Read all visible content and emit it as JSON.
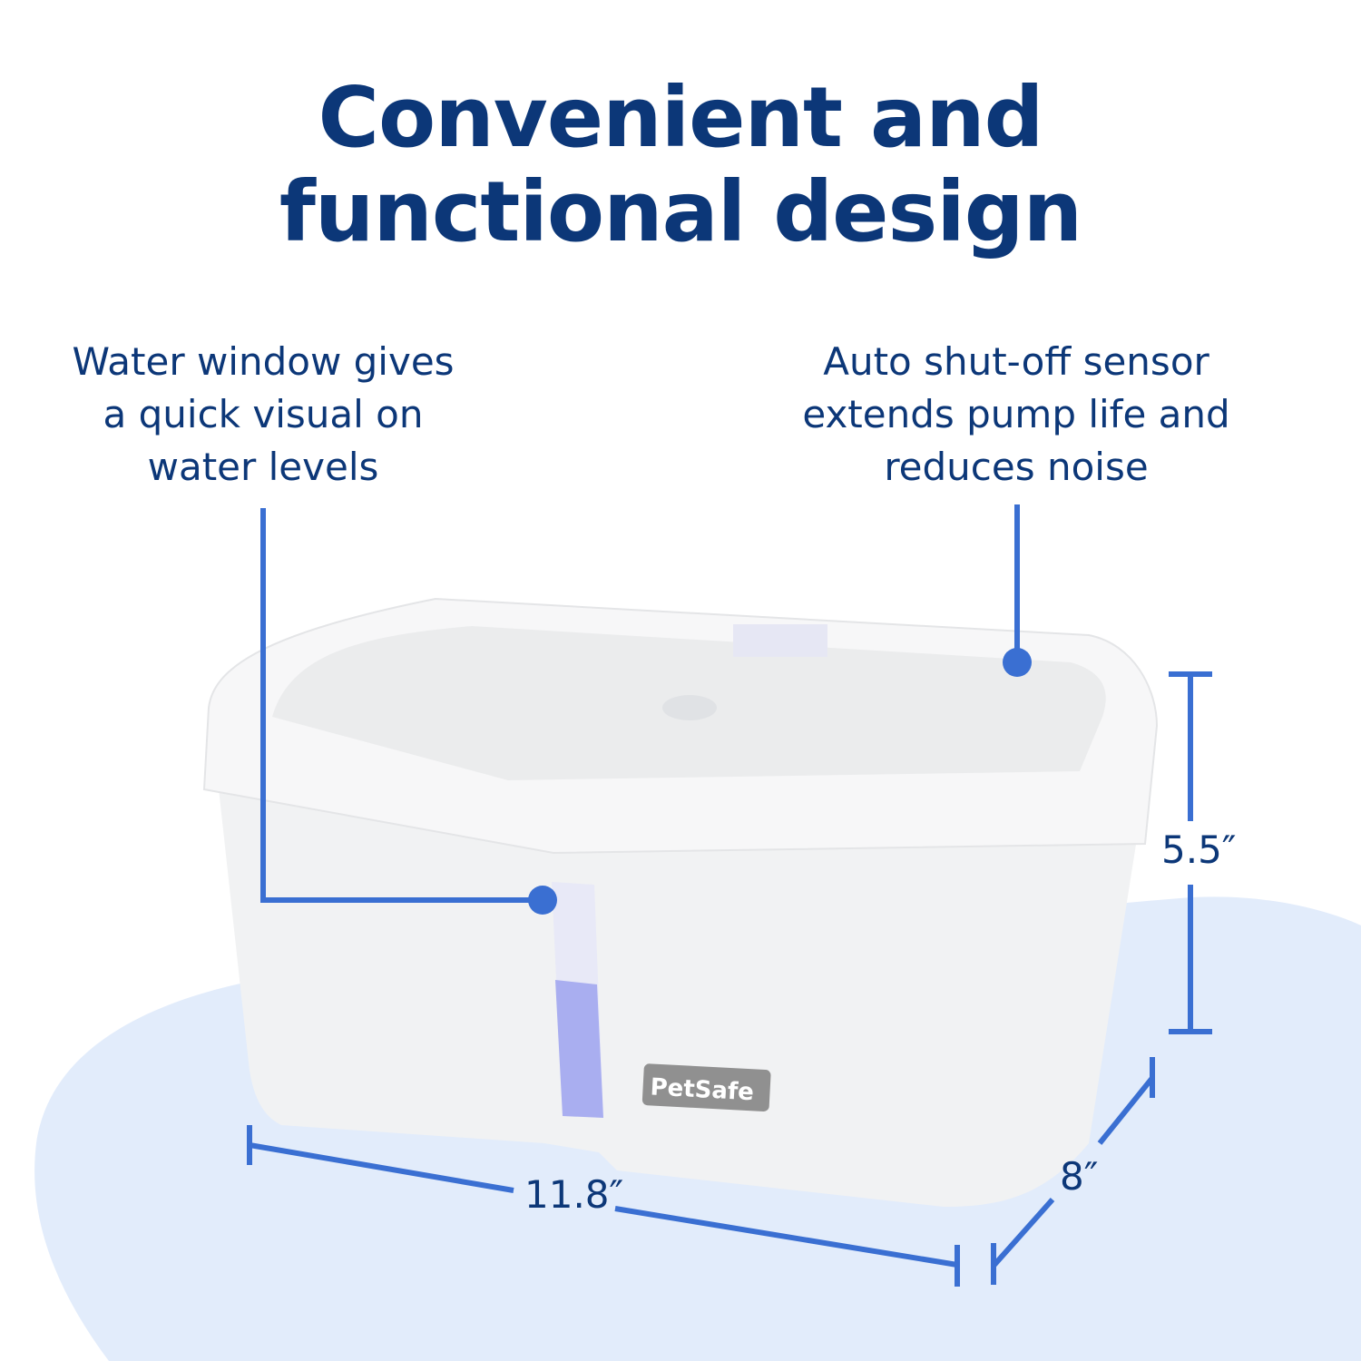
{
  "title": {
    "line1": "Convenient and",
    "line2": "functional design"
  },
  "callouts": [
    {
      "text_lines": [
        "Water window gives",
        "a quick visual on",
        "water levels"
      ]
    },
    {
      "text_lines": [
        "Auto shut-off sensor",
        "extends pump life and",
        "reduces noise"
      ]
    }
  ],
  "dimensions": {
    "width": "11.8″",
    "depth": "8″",
    "height": "5.5″"
  },
  "logo": "PetSafe",
  "colors": {
    "title": "#0c3778",
    "accent": "#3a6fd2",
    "blob": "#e2ecfb",
    "window": "#a9aef0"
  }
}
